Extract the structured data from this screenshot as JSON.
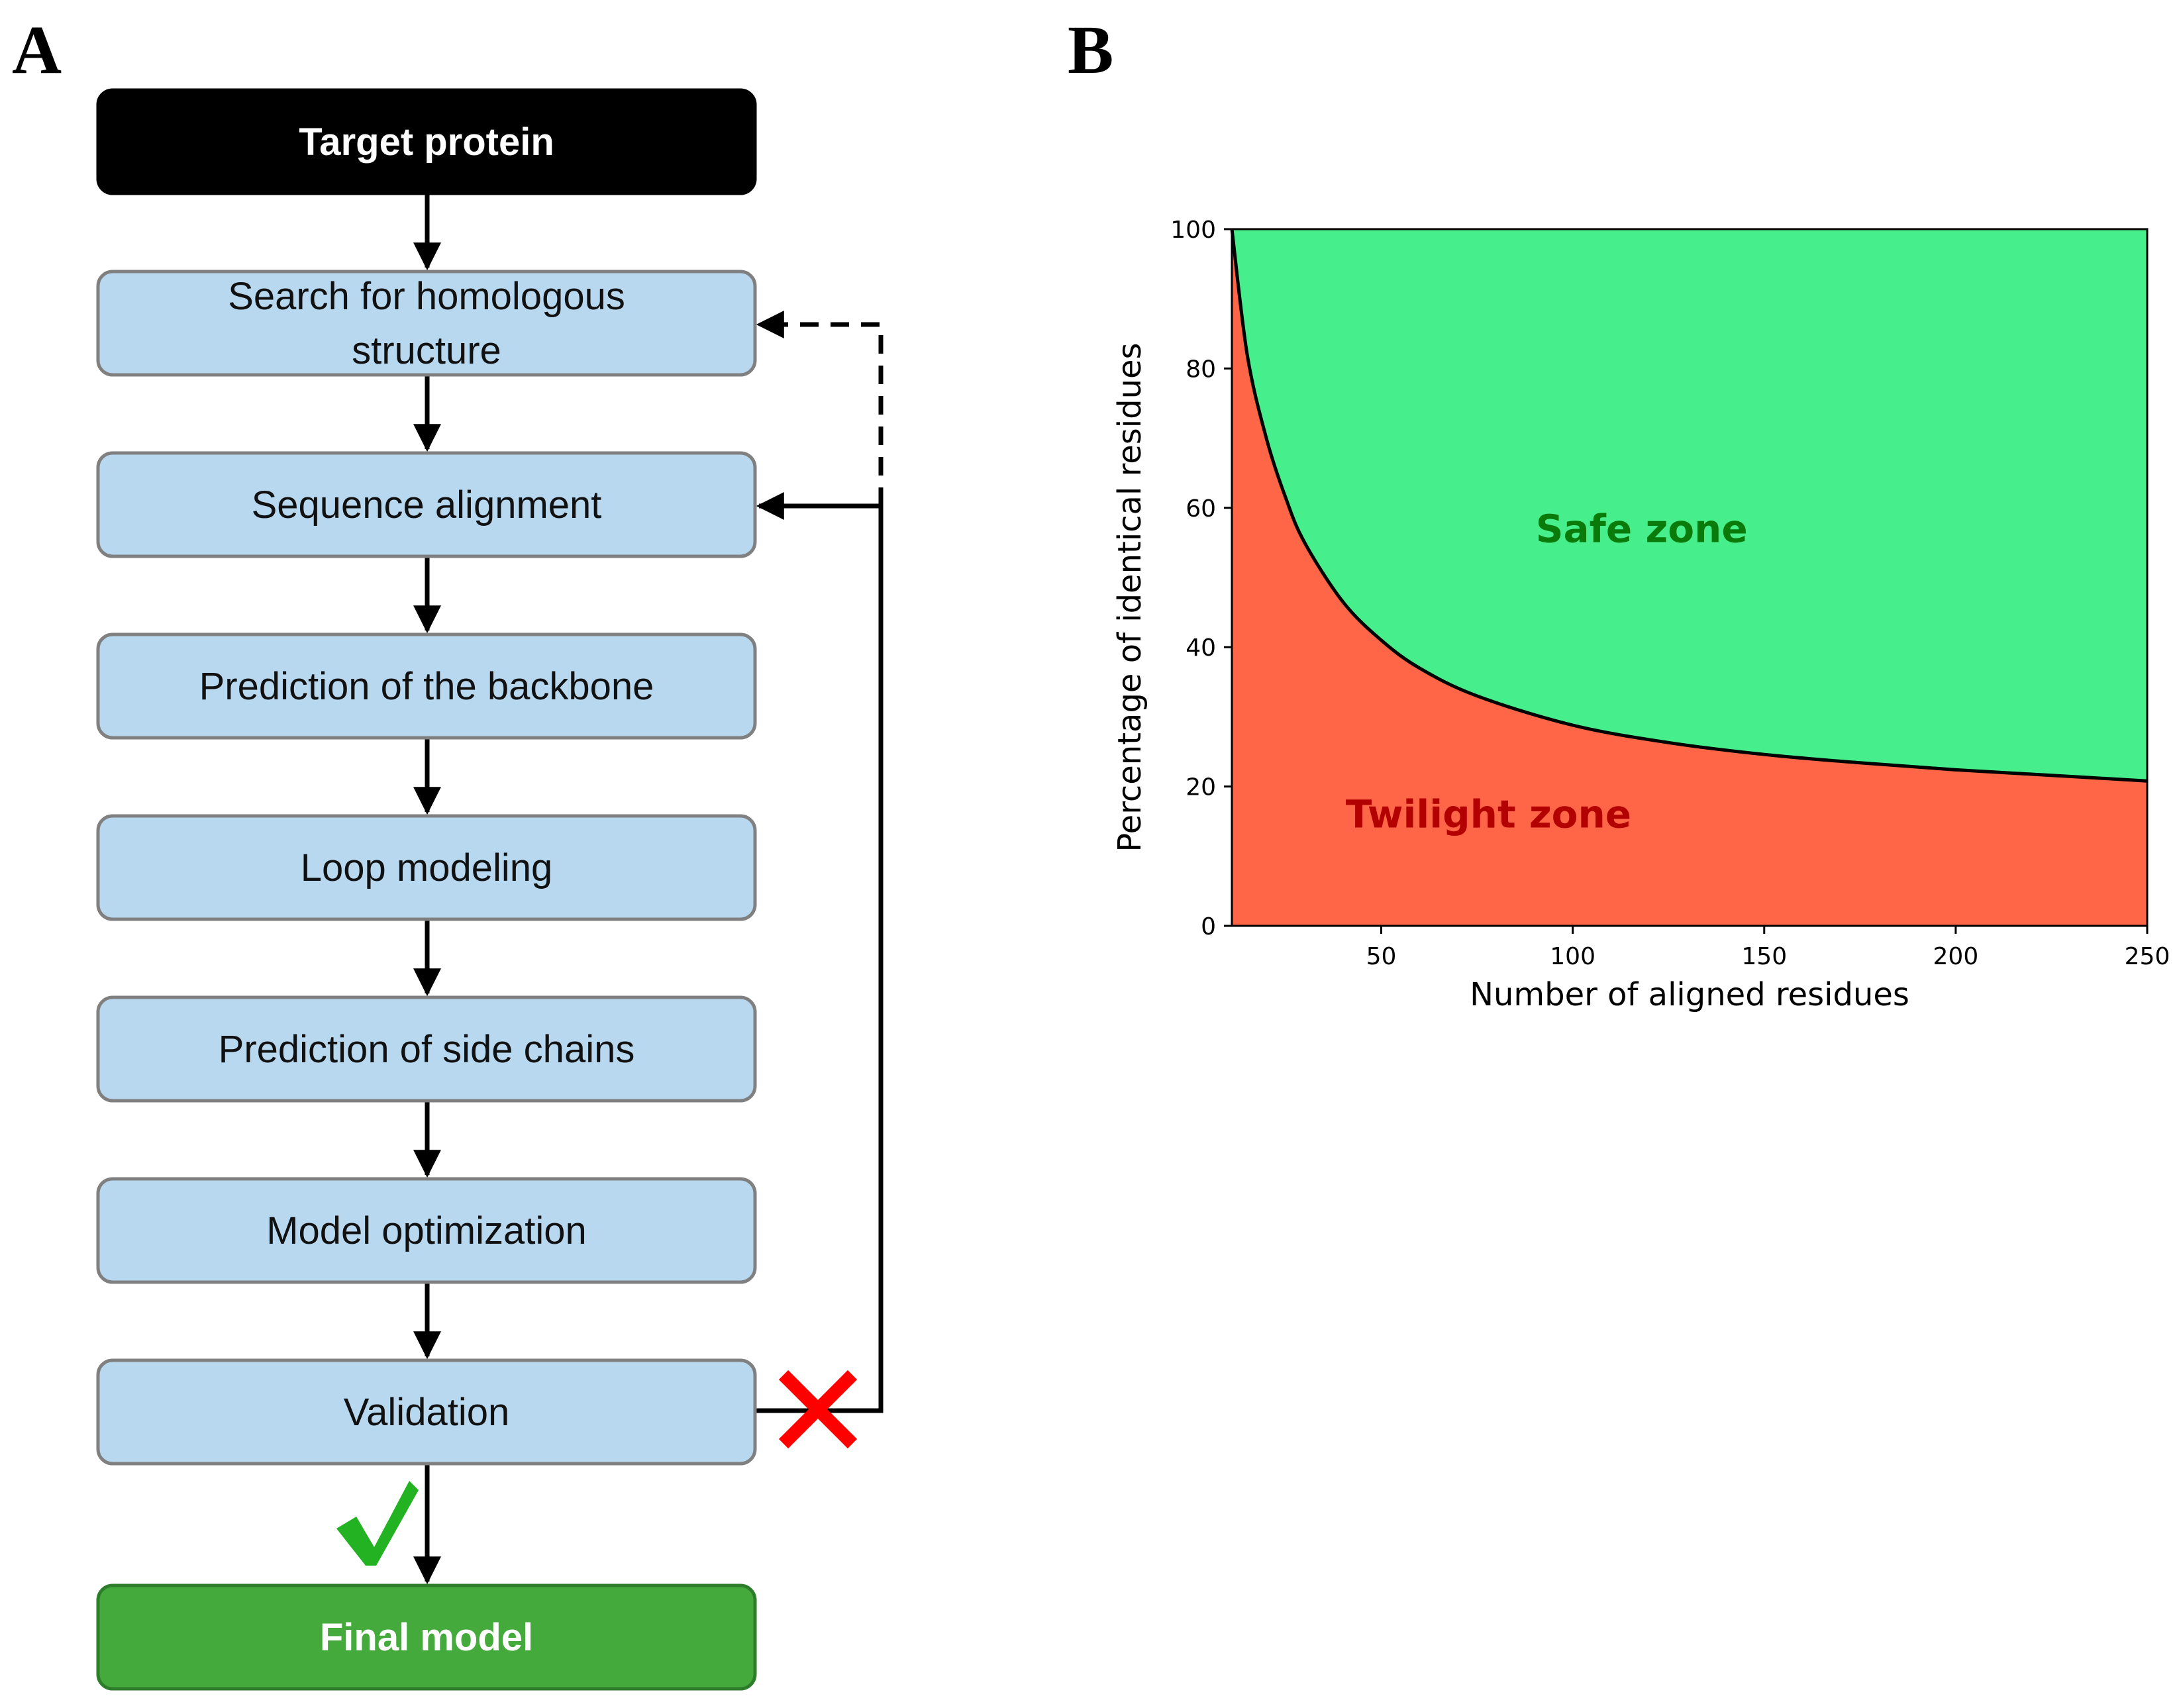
{
  "panel_a": {
    "letter": "A",
    "steps": [
      {
        "id": "target",
        "label_lines": [
          "Target protein"
        ],
        "style": "start"
      },
      {
        "id": "search",
        "label_lines": [
          "Search for homologous",
          "structure"
        ],
        "style": "step"
      },
      {
        "id": "alignment",
        "label_lines": [
          "Sequence alignment"
        ],
        "style": "step"
      },
      {
        "id": "backbone",
        "label_lines": [
          "Prediction of the backbone"
        ],
        "style": "step"
      },
      {
        "id": "loop",
        "label_lines": [
          "Loop modeling"
        ],
        "style": "step"
      },
      {
        "id": "sidechains",
        "label_lines": [
          "Prediction of side chains"
        ],
        "style": "step"
      },
      {
        "id": "optimization",
        "label_lines": [
          "Model optimization"
        ],
        "style": "step"
      },
      {
        "id": "validation",
        "label_lines": [
          "Validation"
        ],
        "style": "step"
      },
      {
        "id": "final",
        "label_lines": [
          "Final model"
        ],
        "style": "end"
      }
    ],
    "feedback": {
      "from": "validation",
      "to_solid": "alignment",
      "to_dashed": "search",
      "fail_icon": "cross-icon",
      "pass_icon": "checkmark-icon"
    },
    "colors": {
      "start_fill": "#000000",
      "step_fill": "#b8d8f0",
      "step_border": "#808080",
      "end_fill": "#44aa3c",
      "end_border": "#2e7d2a",
      "cross": "#ff0000",
      "check": "#22b222"
    }
  },
  "panel_b": {
    "letter": "B",
    "chart_data": {
      "type": "area",
      "xlabel": "Number of aligned residues",
      "ylabel": "Percentage of identical residues",
      "xlim": [
        11,
        250
      ],
      "ylim": [
        0,
        100
      ],
      "xticks": [
        50,
        100,
        150,
        200,
        250
      ],
      "yticks": [
        0,
        20,
        40,
        60,
        80,
        100
      ],
      "grid": false,
      "boundary_curve": {
        "x": [
          11,
          15,
          20,
          25,
          30,
          40,
          50,
          60,
          75,
          100,
          125,
          150,
          175,
          200,
          225,
          250
        ],
        "y": [
          100,
          82,
          70,
          61.5,
          55,
          46.5,
          41,
          37,
          33,
          28.8,
          26.3,
          24.6,
          23.4,
          22.4,
          21.6,
          20.8
        ]
      },
      "regions": [
        {
          "name": "Safe zone",
          "position": "above curve",
          "color": "#47ef8c",
          "label_color": "#0a7a0a",
          "label_x": 118,
          "label_y": 57
        },
        {
          "name": "Twilight zone",
          "position": "below curve",
          "color": "#ff6647",
          "label_color": "#b30000",
          "label_x": 78,
          "label_y": 16
        }
      ]
    }
  }
}
